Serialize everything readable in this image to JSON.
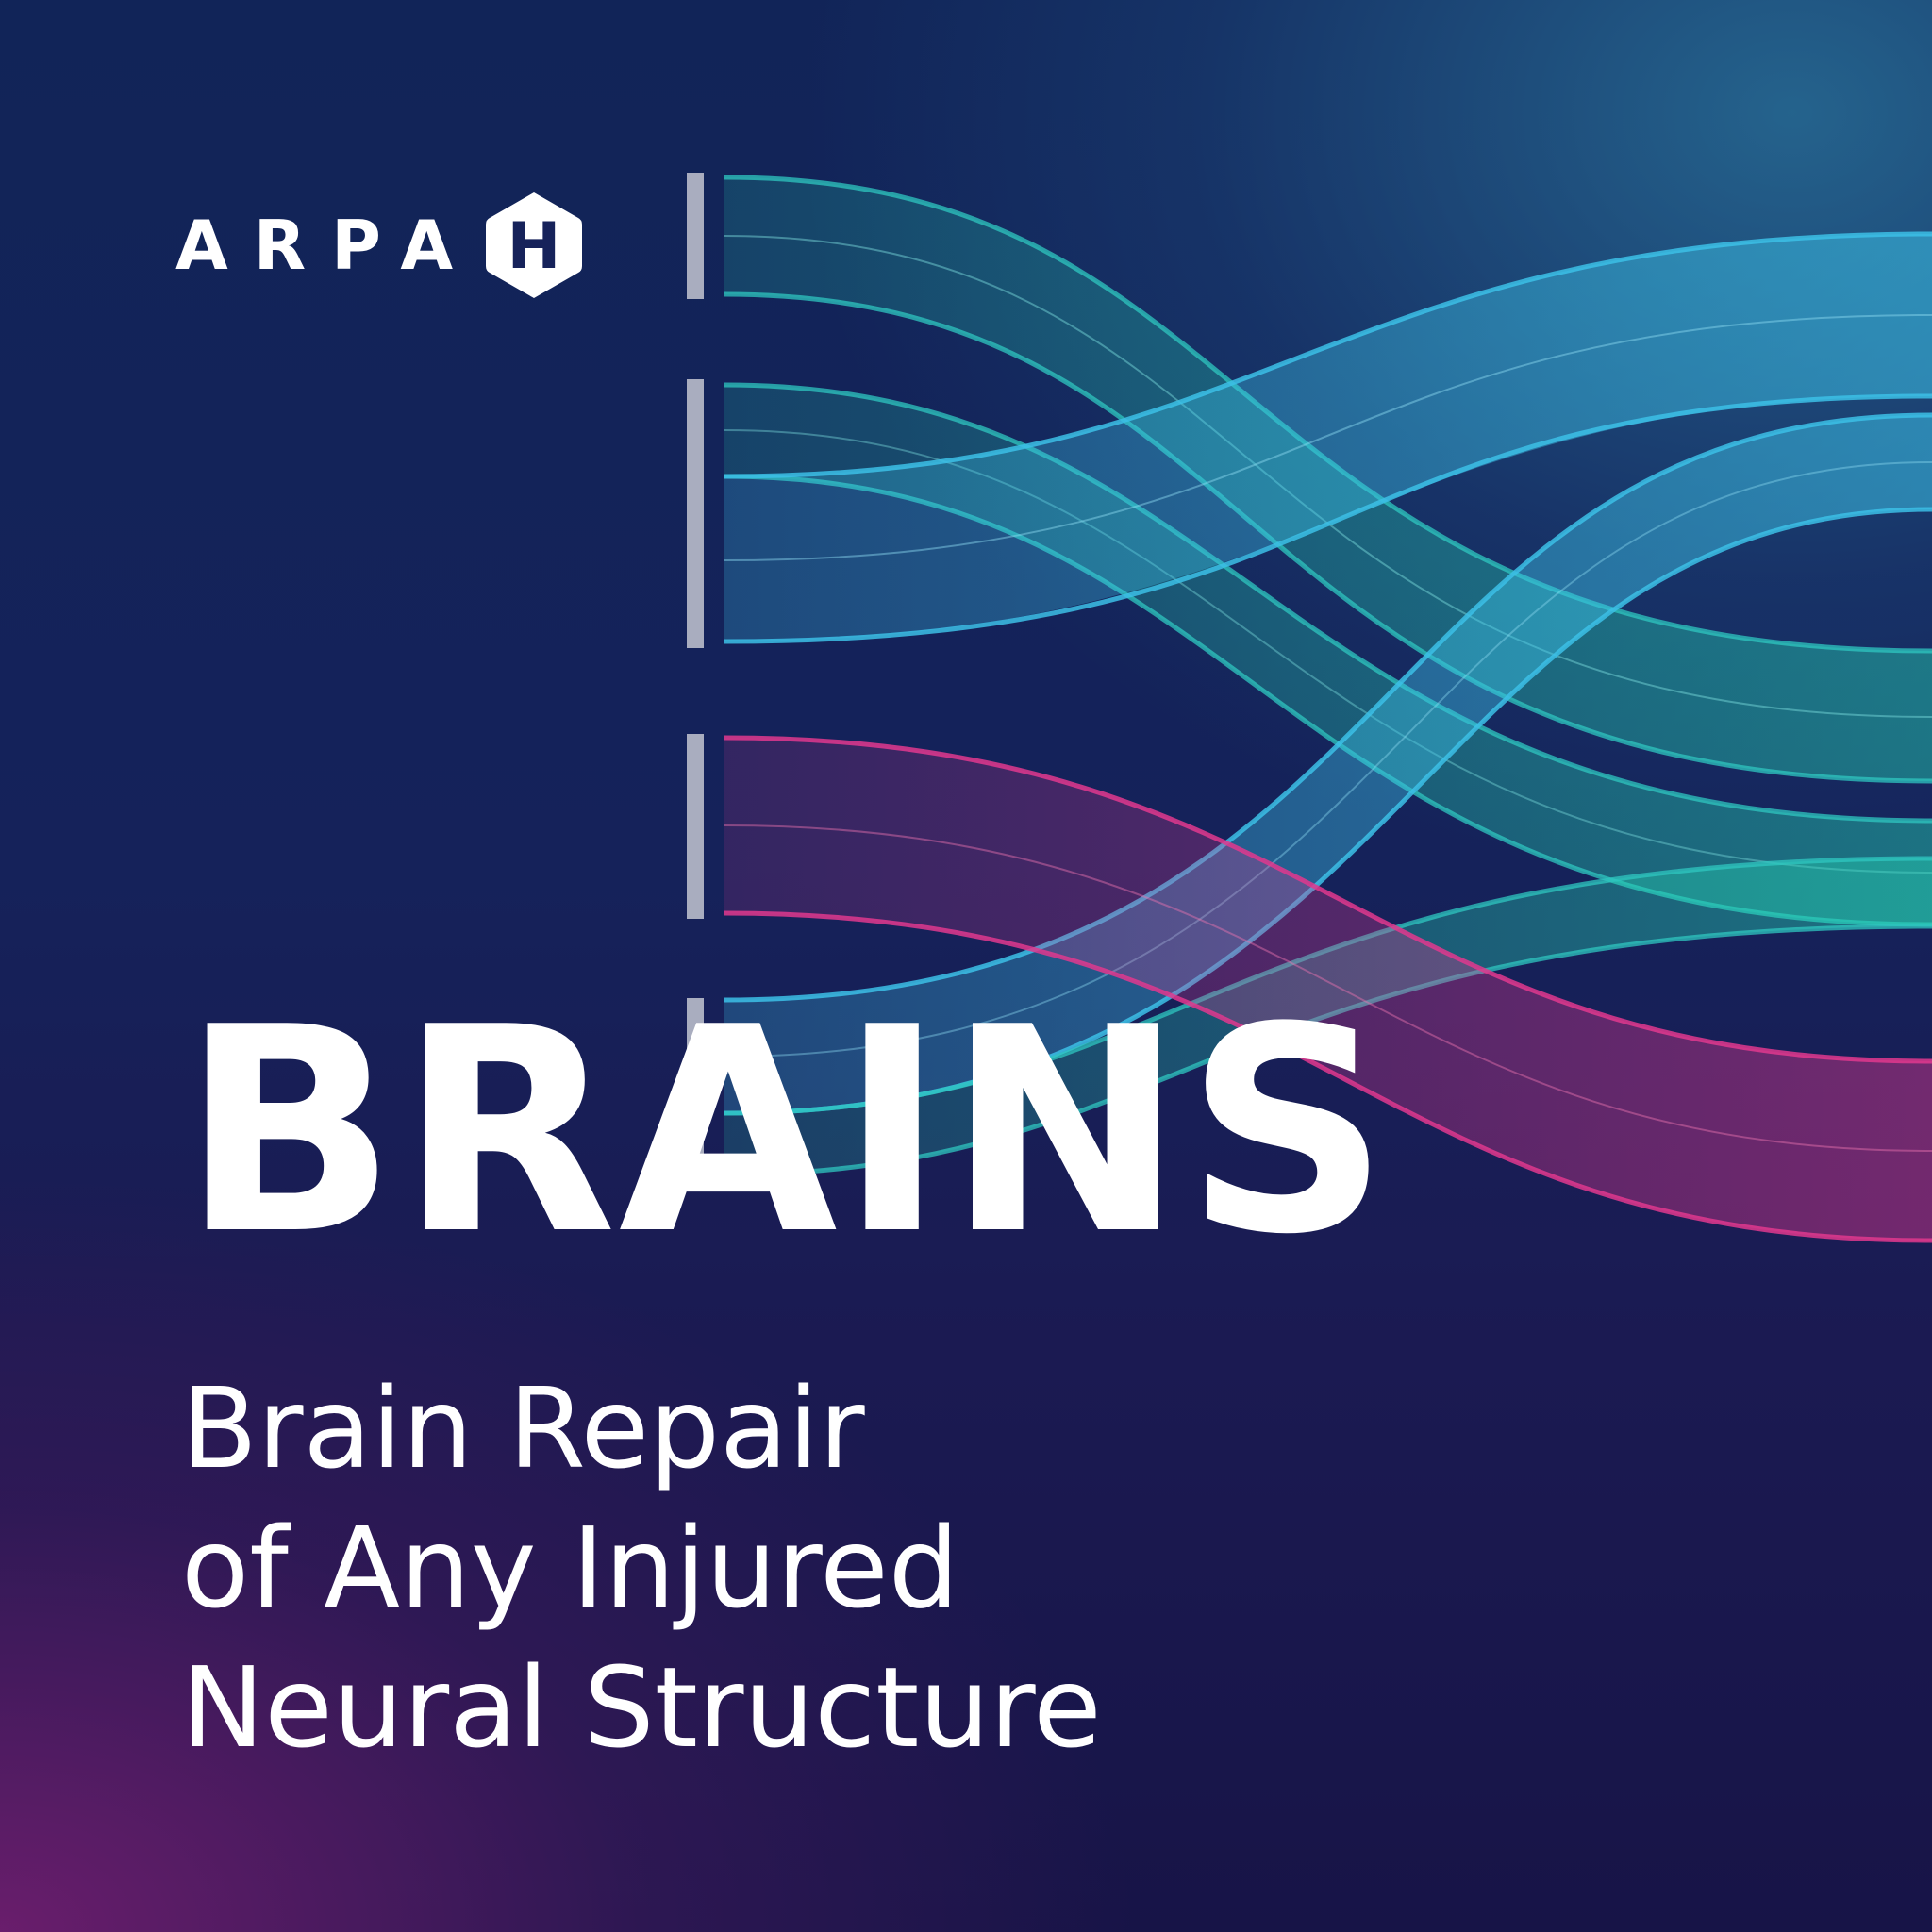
{
  "brand": {
    "logo_text": "ARPA",
    "logo_mark_letter": "H"
  },
  "title": "BRAINS",
  "subtitle_lines": [
    "Brain Repair",
    "of Any Injured",
    "Neural Structure"
  ],
  "colors": {
    "background_top": "#112458",
    "background_bottom_left": "#6e1e6e",
    "flow_blue": "#3cc0e6",
    "flow_teal": "#26d2b2",
    "flow_magenta": "#e0388e",
    "bracket": "#a9adbf",
    "text": "#ffffff"
  }
}
